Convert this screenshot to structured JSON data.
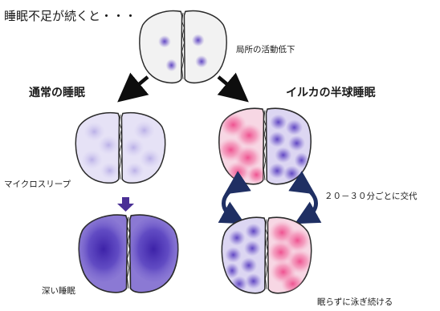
{
  "labels": {
    "title": "睡眠不足が続くと・・・",
    "local_decline": "局所の活動低下",
    "normal_sleep": "通常の睡眠",
    "dolphin_sleep": "イルカの半球睡眠",
    "microsleep": "マイクロスリープ",
    "alternate": "２０－３０分ごとに交代",
    "deep_sleep": "深い睡眠",
    "keep_swimming": "眠らずに泳ぎ続ける"
  },
  "colors": {
    "outline": "#2a2a2a",
    "awake_fill": "#f3f3f3",
    "purple": "#5a3fc0",
    "pink": "#ef5a95",
    "arrow": "#0e0e0e",
    "curve_arrow": "#1f2f63",
    "down_arrow": "#4a2f95"
  }
}
